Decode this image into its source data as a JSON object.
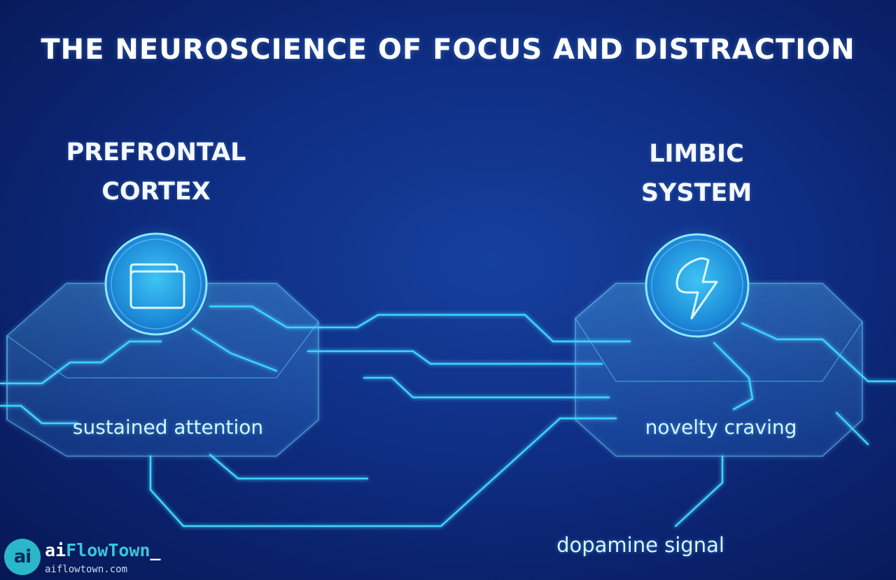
{
  "title": "THE NEUROSCIENCE OF FOCUS AND DISTRACTION",
  "regions": {
    "prefrontal": {
      "title_line1": "PREFRONTAL",
      "title_line2": "CORTEX",
      "label": "sustained attention",
      "icon": "folder-icon"
    },
    "limbic": {
      "title_line1": "LIMBIC",
      "title_line2": "SYSTEM",
      "label": "novelty craving",
      "icon": "lightning-icon"
    }
  },
  "signal_label": "dopamine signal",
  "brand": {
    "logo_text": "ai",
    "name_prefix": "ai",
    "name_accent": "FlowTown",
    "name_suffix": "_",
    "url": "aiflowtown.com"
  },
  "colors": {
    "background": "#0f2f86",
    "glow": "#3fd4ff",
    "accent": "#39c6d8"
  }
}
